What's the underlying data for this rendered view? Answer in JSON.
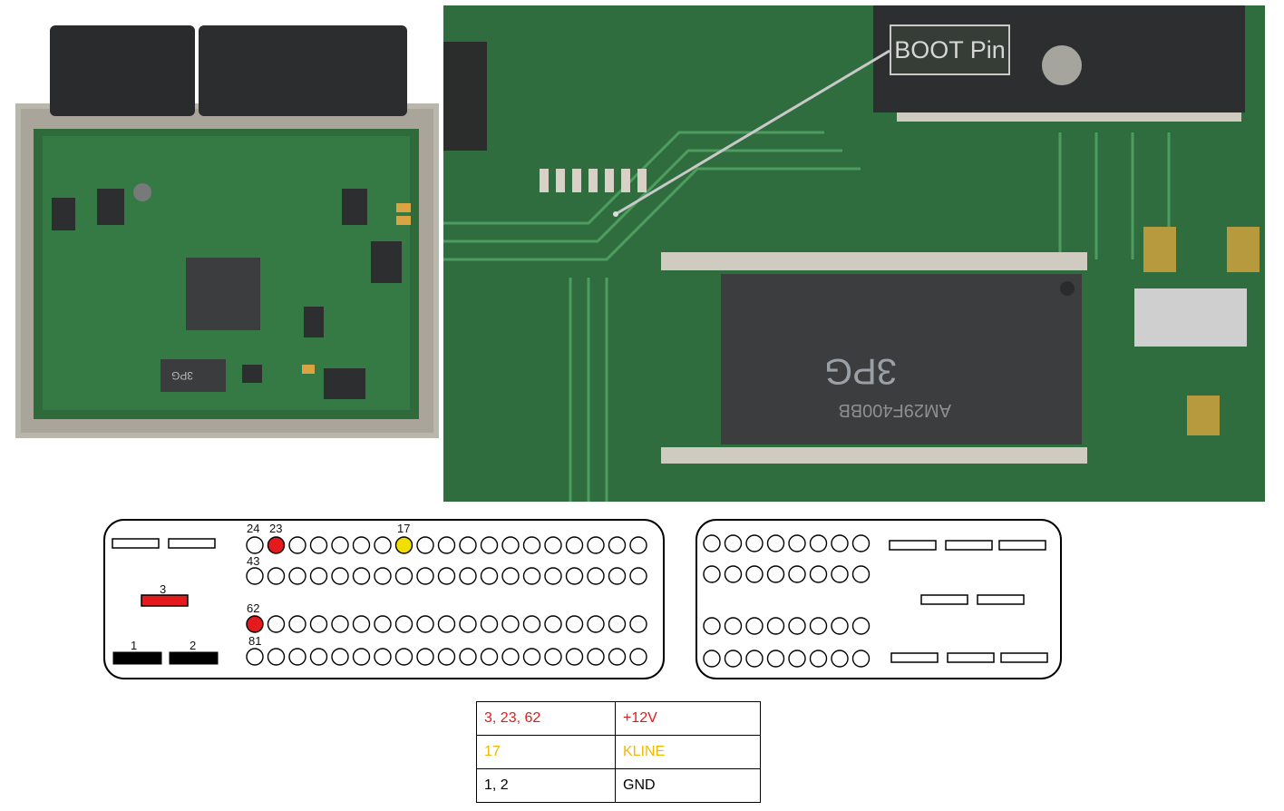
{
  "callout": {
    "label": "BOOT Pin"
  },
  "connector_left": {
    "pin_labels": {
      "p24": "24",
      "p23": "23",
      "p17": "17",
      "p43": "43",
      "p62": "62",
      "p81": "81",
      "p3": "3",
      "p1": "1",
      "p2": "2"
    }
  },
  "legend": {
    "rows": [
      {
        "pins": "3, 23, 62",
        "signal": "+12V",
        "color": "#e41a1c"
      },
      {
        "pins": "17",
        "signal": "KLINE",
        "color": "#f2b800"
      },
      {
        "pins": "1, 2",
        "signal": "GND",
        "color": "#000000"
      }
    ]
  },
  "colors": {
    "power": "#e41a1c",
    "kline": "#f0e000",
    "ground": "#000000"
  }
}
